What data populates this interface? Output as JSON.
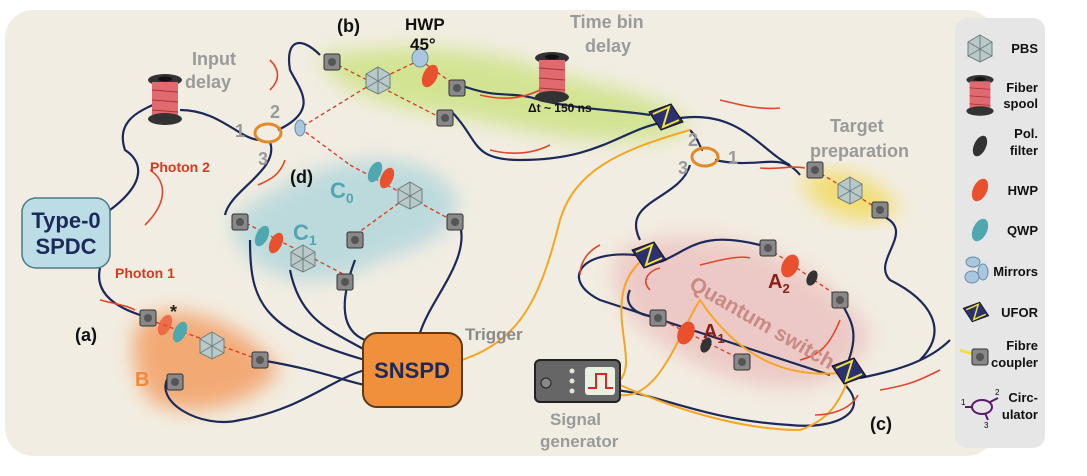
{
  "panels": {
    "a": "(a)",
    "b": "(b)",
    "c": "(c)",
    "d": "(d)"
  },
  "labels": {
    "input_delay": [
      "Input",
      "delay"
    ],
    "hwp45": [
      "HWP",
      "45°"
    ],
    "time_bin_delay": [
      "Time bin",
      "delay"
    ],
    "delta_t": "Δt ~ 150 ns",
    "target_preparation": [
      "Target",
      "preparation"
    ],
    "photon2": "Photon 2",
    "photon1": "Photon 1",
    "spdc": [
      "Type-0",
      "SPDC"
    ],
    "c0": {
      "main": "C",
      "sub": "0"
    },
    "c1": {
      "main": "C",
      "sub": "1"
    },
    "b": "B",
    "star": "*",
    "snspd": "SNSPD",
    "trigger": "Trigger",
    "signal_generator": [
      "Signal",
      "generator"
    ],
    "quantum_switch": "Quantum switch",
    "a1": {
      "main": "A",
      "sub": "1"
    },
    "a2": {
      "main": "A",
      "sub": "2"
    },
    "circ1_ports": [
      "1",
      "2",
      "3"
    ],
    "circ2_ports": [
      "2",
      "3",
      "1"
    ]
  },
  "legend": {
    "items": [
      {
        "icon": "pbs-icon",
        "label": [
          "PBS"
        ]
      },
      {
        "icon": "fiber-spool-icon",
        "label": [
          "Fiber",
          "spool"
        ]
      },
      {
        "icon": "pol-filter-icon",
        "label": [
          "Pol.",
          "filter"
        ]
      },
      {
        "icon": "hwp-icon",
        "label": [
          "HWP"
        ]
      },
      {
        "icon": "qwp-icon",
        "label": [
          "QWP"
        ]
      },
      {
        "icon": "mirrors-icon",
        "label": [
          "Mirrors"
        ]
      },
      {
        "icon": "ufor-icon",
        "label": [
          "UFOR"
        ]
      },
      {
        "icon": "fibre-coupler-icon",
        "label": [
          "Fibre",
          "coupler"
        ]
      },
      {
        "icon": "circulator-icon",
        "label": [
          "Circ-",
          "ulator"
        ],
        "ports": [
          "1",
          "2",
          "3"
        ]
      }
    ]
  },
  "colors": {
    "background": "#f2ede2",
    "fiber": "#1c2a5a",
    "trigger_line": "#f5a623",
    "snspd": "#f0903a",
    "spdc": "#bcdde6",
    "hwp": "#e8502e",
    "qwp": "#4fa8b0",
    "time_bin_glow": "#cfe38a",
    "switch_glow": "#ecc6c3",
    "source_glow": "#f3a36a",
    "target_glow": "#f2dd70",
    "measure_glow": "#b7d8dc"
  }
}
